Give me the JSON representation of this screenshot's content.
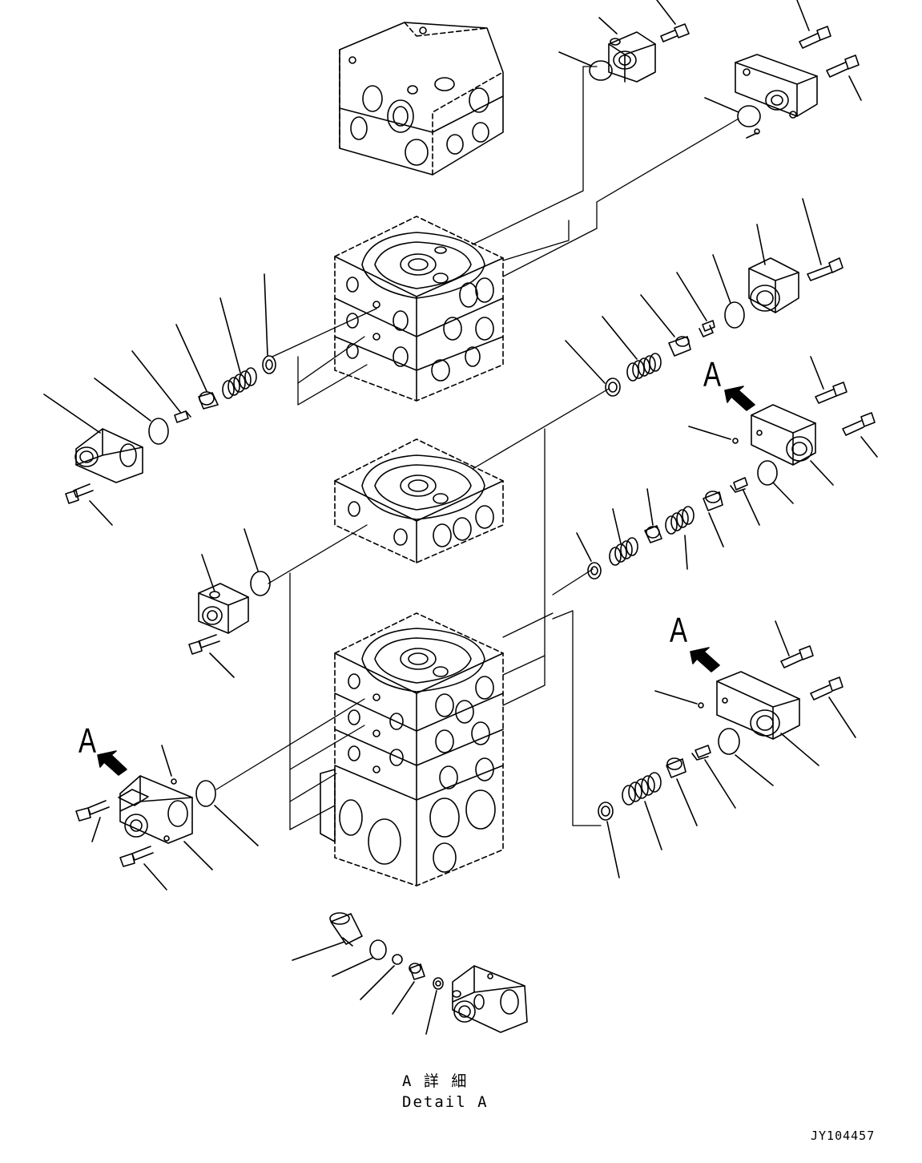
{
  "figure": {
    "callout_letter": "A",
    "detail_caption_jp": "A 詳 細",
    "detail_caption_en": "Detail A",
    "drawing_id": "JY104457"
  },
  "colors": {
    "line": "#000000",
    "background": "#ffffff"
  }
}
